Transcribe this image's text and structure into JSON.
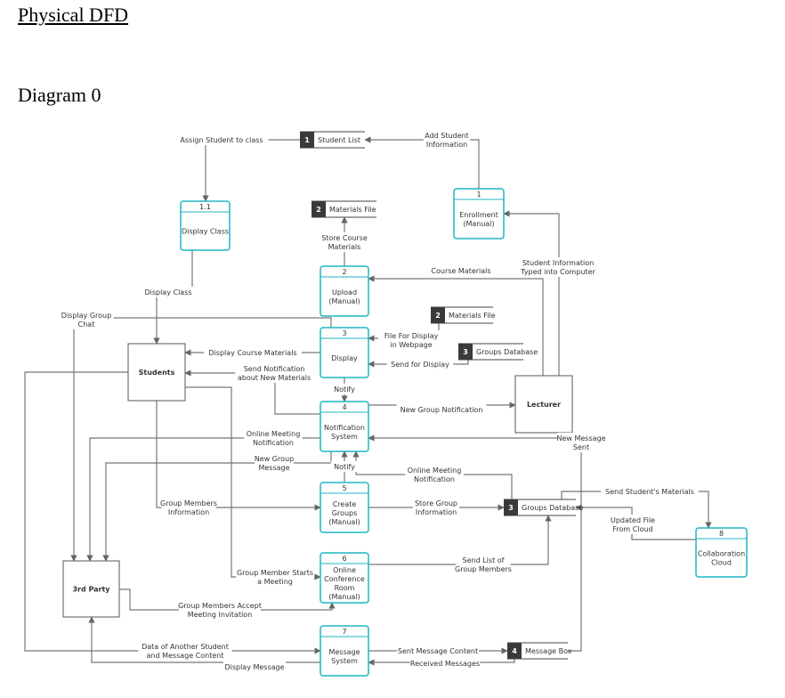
{
  "page": {
    "title": "Physical DFD",
    "subtitle": "Diagram 0"
  },
  "processes": [
    {
      "id": "1.1",
      "lines": [
        "Display Class"
      ]
    },
    {
      "id": "1",
      "lines": [
        "Enrollment",
        "(Manual)"
      ]
    },
    {
      "id": "2",
      "lines": [
        "Upload",
        "(Manual)"
      ]
    },
    {
      "id": "3",
      "lines": [
        "Display"
      ]
    },
    {
      "id": "4",
      "lines": [
        "Notification",
        "System"
      ]
    },
    {
      "id": "5",
      "lines": [
        "Create",
        "Groups",
        "(Manual)"
      ]
    },
    {
      "id": "6",
      "lines": [
        "Online",
        "Conference",
        "Room",
        "(Manual)"
      ]
    },
    {
      "id": "7",
      "lines": [
        "Message",
        "System"
      ]
    },
    {
      "id": "8",
      "lines": [
        "Collaboration",
        "Cloud"
      ]
    }
  ],
  "entities": [
    {
      "name": "Students"
    },
    {
      "name": "Lecturer"
    },
    {
      "name": "3rd Party"
    }
  ],
  "stores": [
    {
      "id": "1",
      "name": "Student List"
    },
    {
      "id": "2",
      "name": "Materials File"
    },
    {
      "id": "2",
      "name": "Materials File"
    },
    {
      "id": "3",
      "name": "Groups Database"
    },
    {
      "id": "3",
      "name": "Groups Database"
    },
    {
      "id": "4",
      "name": "Message Box"
    }
  ],
  "flows": [
    {
      "lines": [
        "Assign Student to class"
      ]
    },
    {
      "lines": [
        "Add Student",
        "Information"
      ]
    },
    {
      "lines": [
        "Store Course",
        "Materials"
      ]
    },
    {
      "lines": [
        "Display Class"
      ]
    },
    {
      "lines": [
        "Course Materials"
      ]
    },
    {
      "lines": [
        "Student Information",
        "Typed into Computer"
      ]
    },
    {
      "lines": [
        "Display Group",
        "Chat"
      ]
    },
    {
      "lines": [
        "File For Display",
        "in Webpage"
      ]
    },
    {
      "lines": [
        "Display Course Materials"
      ]
    },
    {
      "lines": [
        "Send for Display"
      ]
    },
    {
      "lines": [
        "Send Notification",
        "about New Materials"
      ]
    },
    {
      "lines": [
        "Notify"
      ]
    },
    {
      "lines": [
        "New Group Notification"
      ]
    },
    {
      "lines": [
        "Online Meeting",
        "Notification"
      ]
    },
    {
      "lines": [
        "New Message",
        "Sent"
      ]
    },
    {
      "lines": [
        "New Group",
        "Message"
      ]
    },
    {
      "lines": [
        "Notify"
      ]
    },
    {
      "lines": [
        "Online Meeting",
        "Notification"
      ]
    },
    {
      "lines": [
        "Send Student's Materials"
      ]
    },
    {
      "lines": [
        "Group Members",
        "Information"
      ]
    },
    {
      "lines": [
        "Store Group",
        "Information"
      ]
    },
    {
      "lines": [
        "Updated File",
        "From Cloud"
      ]
    },
    {
      "lines": [
        "Send List of",
        "Group Members"
      ]
    },
    {
      "lines": [
        "Group Member Starts",
        "a Meeting"
      ]
    },
    {
      "lines": [
        "Group Members Accept",
        "Meeting Invitation"
      ]
    },
    {
      "lines": [
        "Data of Another Student",
        "and Message Content"
      ]
    },
    {
      "lines": [
        "Sent Message Content"
      ]
    },
    {
      "lines": [
        "Received Messages"
      ]
    },
    {
      "lines": [
        "Display Message"
      ]
    }
  ]
}
